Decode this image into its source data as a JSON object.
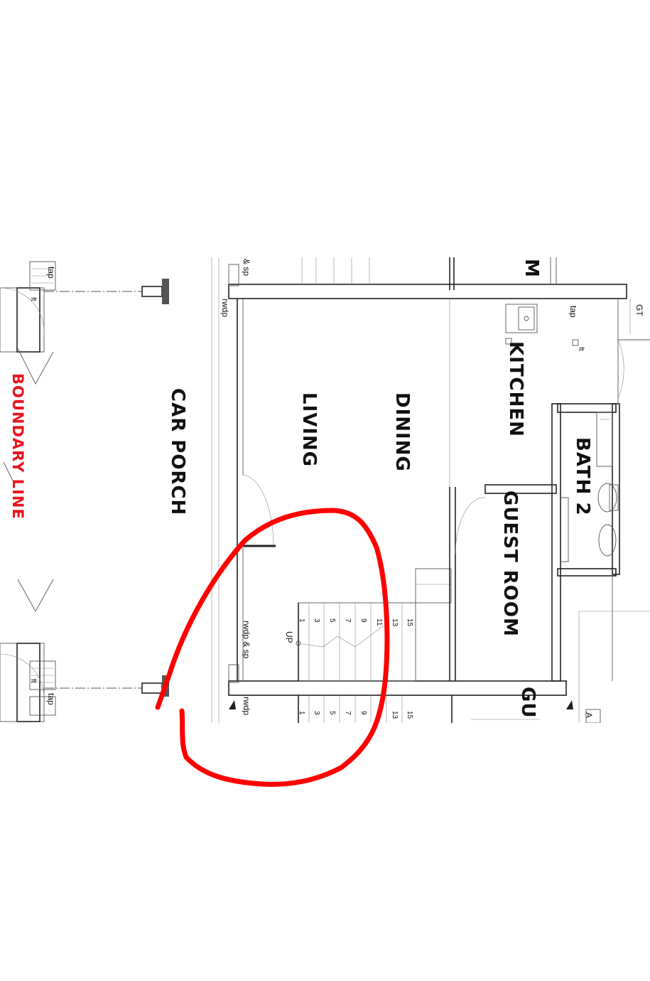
{
  "rooms": {
    "car_porch": "CAR PORCH",
    "living": "LIVING",
    "dining": "DINING",
    "kitchen": "KITCHEN",
    "bath2": "BATH 2",
    "guest_room": "GUEST ROOM",
    "cut_top": "M",
    "cut_bottom": "GU"
  },
  "boundary_label": "BOUNDARY LINE",
  "labels": {
    "tap": "tap",
    "ft": "ft",
    "gt": "GT",
    "rwdp": "rwdp",
    "sp_top": "& sp",
    "rwdp_sp": "rwdp & sp",
    "up": "UP",
    "cut_a": "A"
  },
  "stair_numbers_upper": [
    "1",
    "3",
    "5",
    "7",
    "9",
    "11",
    "13",
    "15"
  ],
  "stair_numbers_lower": [
    "1",
    "3",
    "5",
    "7",
    "9",
    "13",
    "15"
  ],
  "colors": {
    "ink": "#111111",
    "boundary": "#e8141e",
    "annotation": "#ff0000"
  }
}
